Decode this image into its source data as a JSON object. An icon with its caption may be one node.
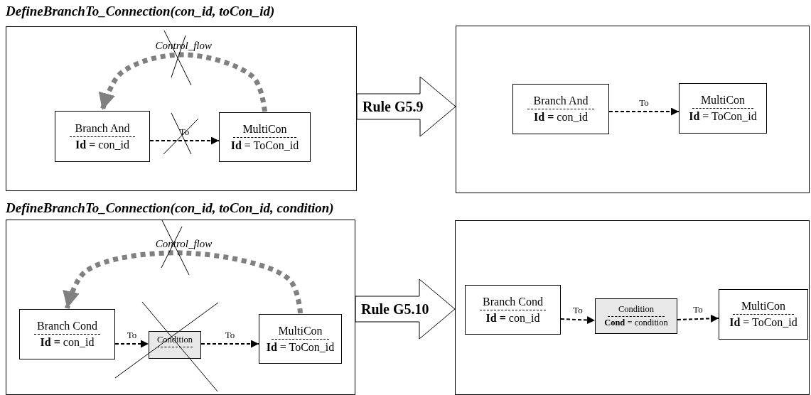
{
  "diagram": {
    "nodes": [
      {
        "text": [],
        "shape": "box"
      },
      {
        "text": [
          "Branch And",
          "**Id =** con_id"
        ],
        "in": 0
      },
      {
        "text": [
          "MultiCon",
          "**Id** = ToCon_id"
        ],
        "in": 0
      },
      {
        "text": [],
        "shape": "box"
      },
      {
        "text": [
          "Branch And",
          "**Id =** con_id"
        ],
        "in": 3
      },
      {
        "text": [
          "MultiCon",
          "**Id** = ToCon_id"
        ],
        "in": 3
      },
      {
        "text": [],
        "shape": "box"
      },
      {
        "text": [
          "Branch Cond",
          "**Id =** con_id"
        ],
        "in": 6
      },
      {
        "text": [
          "Condition"
        ],
        "in": 6
      },
      {
        "text": [
          "MultiCon",
          "**Id** = ToCon_id"
        ],
        "in": 6
      },
      {
        "text": [],
        "shape": "box"
      },
      {
        "text": [
          "Branch Cond",
          "**Id =** con_id"
        ],
        "in": 10
      },
      {
        "text": [
          "Condition",
          "**Cond** = condition"
        ],
        "in": 10
      },
      {
        "text": [
          "MultiCon",
          "**Id** = ToCon_id"
        ],
        "in": 10
      }
    ],
    "edges": [
      {
        "from": 2,
        "to": 1,
        "arrow": "to",
        "label": "Control_flow",
        "style": "dashed",
        "color": "#808080"
      },
      {
        "from": 1,
        "to": 2,
        "arrow": "to",
        "label": "To",
        "style": "dashed"
      },
      {
        "from": 0,
        "to": 3,
        "arrow": "to",
        "label": "Rule G5.9"
      },
      {
        "from": 4,
        "to": 5,
        "arrow": "to",
        "label": "To",
        "style": "dashed"
      },
      {
        "from": 9,
        "to": 7,
        "arrow": "to",
        "label": "Control_flow",
        "style": "dashed",
        "color": "#808080"
      },
      {
        "from": 7,
        "to": 8,
        "arrow": "to",
        "label": "To",
        "style": "dashed"
      },
      {
        "from": 8,
        "to": 9,
        "arrow": "to",
        "label": "To",
        "style": "dashed"
      },
      {
        "from": 6,
        "to": 10,
        "arrow": "to",
        "label": "Rule G5.10"
      },
      {
        "from": 11,
        "to": 12,
        "arrow": "to",
        "label": "To",
        "style": "dashed"
      },
      {
        "from": 12,
        "to": 13,
        "arrow": "to",
        "label": "To",
        "style": "dashed"
      }
    ],
    "labels": [
      "DefineBranchTo_Connection(con_id, toCon_id)",
      "DefineBranchTo_Connection(con_id, toCon_id, condition)"
    ]
  }
}
